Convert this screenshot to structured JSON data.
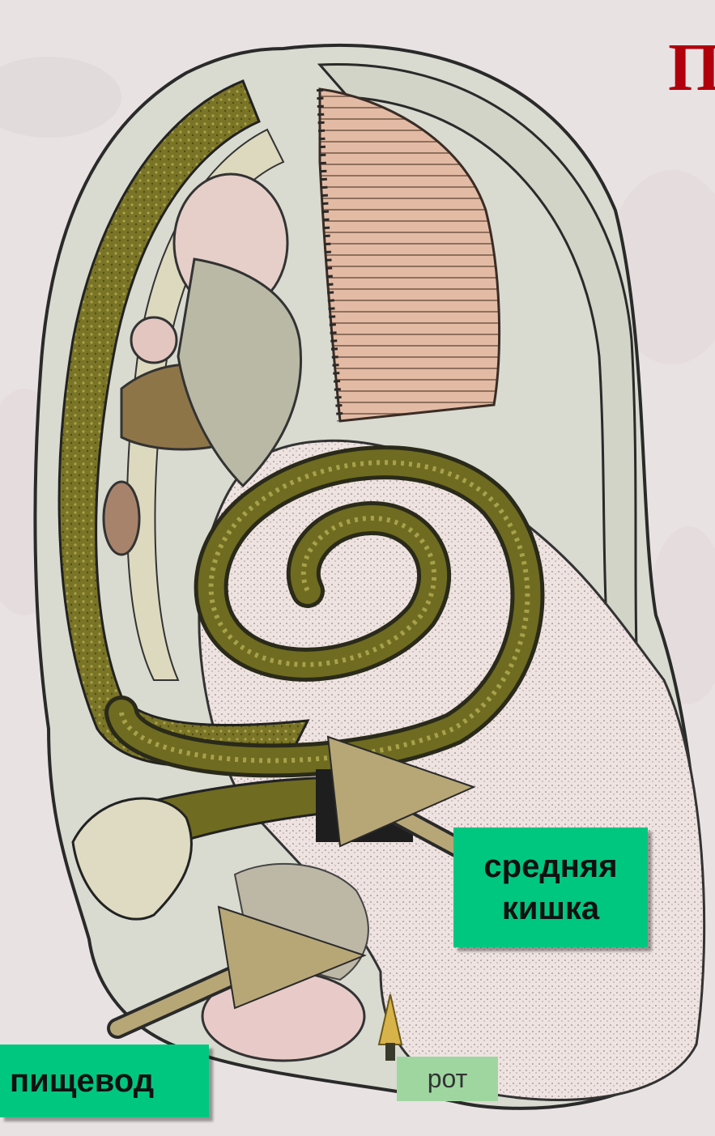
{
  "title_fragment": "П",
  "labels": {
    "middle_intestine": [
      "средняя",
      "кишка"
    ],
    "esophagus": "пищевод",
    "mouth": "рот"
  },
  "colors": {
    "background": "#e9e2e3",
    "label_green": "#00c780",
    "mouth_label": "#9fd6a0",
    "arrow": "#b7a777",
    "title_red": "#b1000c",
    "gut_olive": "#6f6b20",
    "tissue_pink": "#ecd9d4",
    "muscle_salmon": "#d9ae95",
    "outline_dark": "#222222"
  }
}
